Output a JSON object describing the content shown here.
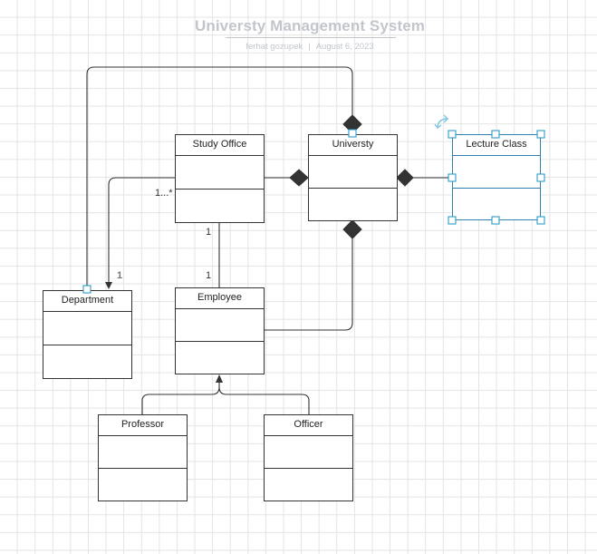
{
  "diagram": {
    "title": "Universty Management System",
    "author": "ferhat gozupek",
    "date": "August 6, 2023",
    "separator": "|"
  },
  "classes": {
    "study_office": "Study Office",
    "universty": "Universty",
    "lecture_class": "Lecture Class",
    "department": "Department",
    "employee": "Employee",
    "professor": "Professor",
    "officer": "Officer"
  },
  "multiplicities": {
    "study_office_to_department": "1...*",
    "department_end": "1",
    "study_office_end": "1",
    "employee_end": "1"
  },
  "colors": {
    "line": "#333333",
    "selection": "#2d7fb0",
    "handle_fill": "#ffffff",
    "title": "#c2c6cc",
    "grid": "#e4e4e4"
  },
  "icons": {
    "rotate_handle": "rotate-icon",
    "composition_end": "filled-diamond",
    "generalization_end": "hollow-triangle",
    "association_end": "open-arrow"
  }
}
